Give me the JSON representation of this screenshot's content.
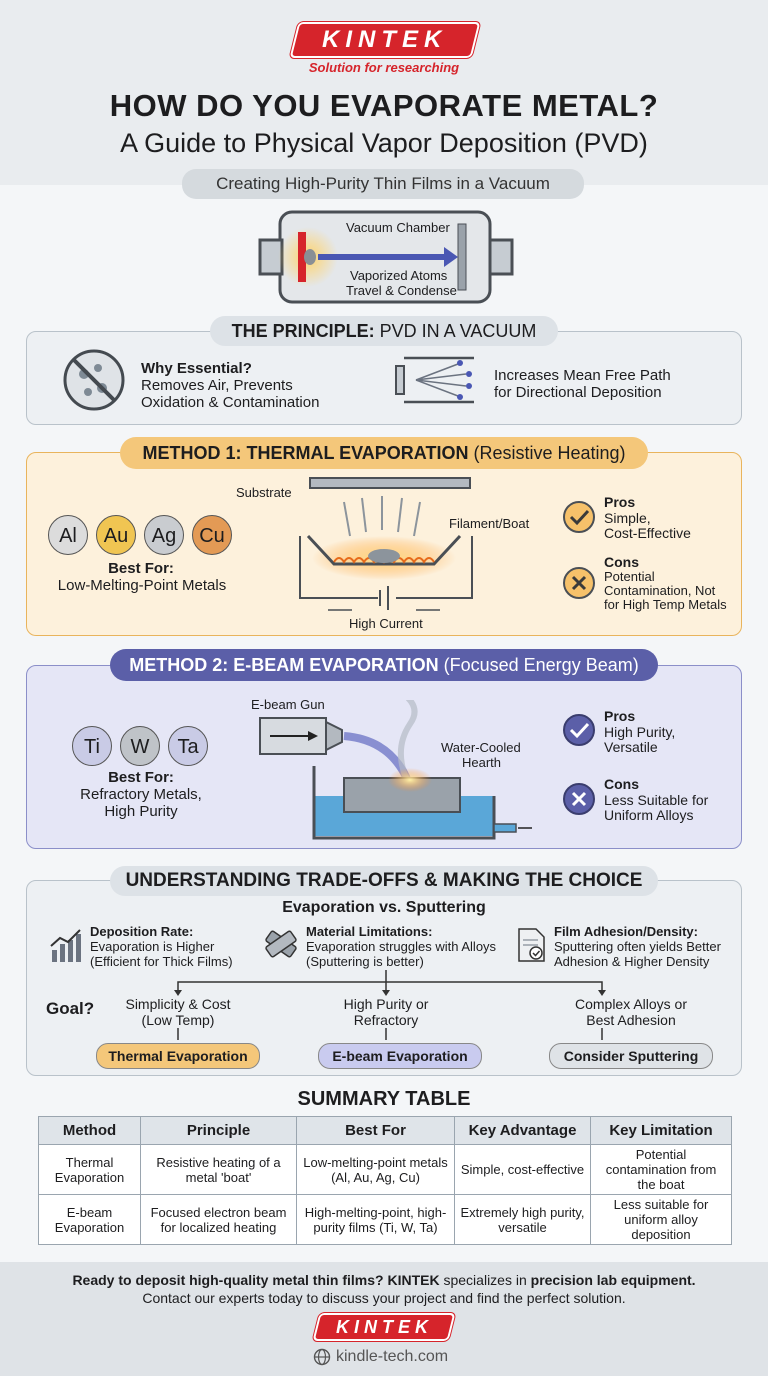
{
  "brand": {
    "name": "KINTEK",
    "tagline": "Solution for researching",
    "website": "kindle-tech.com"
  },
  "header": {
    "title": "HOW DO YOU EVAPORATE METAL?",
    "subtitle": "A Guide to Physical Vapor Deposition (PVD)",
    "pill": "Creating High-Purity Thin Films in a Vacuum"
  },
  "chamber": {
    "label": "Vacuum Chamber",
    "caption_line1": "Vaporized Atoms",
    "caption_line2": "Travel & Condense"
  },
  "principle": {
    "title_bold": "THE PRINCIPLE:",
    "title_rest": "PVD IN A VACUUM",
    "why_title": "Why Essential?",
    "why_line1": "Removes Air, Prevents",
    "why_line2": "Oxidation & Contamination",
    "path_line1": "Increases Mean Free Path",
    "path_line2": "for Directional Deposition"
  },
  "method1": {
    "title_bold": "METHOD 1: THERMAL EVAPORATION",
    "title_rest": "(Resistive Heating)",
    "metals": [
      "Al",
      "Au",
      "Ag",
      "Cu"
    ],
    "metal_colors": [
      "#d9d9d9",
      "#f0c552",
      "#c9ccd0",
      "#e39a55"
    ],
    "best_for_label": "Best For:",
    "best_for_value": "Low-Melting-Point Metals",
    "substrate_label": "Substrate",
    "filament_label": "Filament/Boat",
    "current_label": "High Current",
    "pros_title": "Pros",
    "pros_line1": "Simple,",
    "pros_line2": "Cost-Effective",
    "cons_title": "Cons",
    "cons_line1": "Potential",
    "cons_line2": "Contamination, Not",
    "cons_line3": "for High Temp Metals"
  },
  "method2": {
    "title_bold": "METHOD 2: E-BEAM EVAPORATION",
    "title_rest": "(Focused Energy Beam)",
    "metals": [
      "Ti",
      "W",
      "Ta"
    ],
    "best_for_label": "Best For:",
    "best_for_line1": "Refractory Metals,",
    "best_for_line2": "High Purity",
    "gun_label": "E-beam Gun",
    "hearth_line1": "Water-Cooled",
    "hearth_line2": "Hearth",
    "pros_title": "Pros",
    "pros_line1": "High Purity,",
    "pros_line2": "Versatile",
    "cons_title": "Cons",
    "cons_line1": "Less Suitable for",
    "cons_line2": "Uniform Alloys"
  },
  "tradeoffs": {
    "title": "UNDERSTANDING TRADE-OFFS & MAKING THE CHOICE",
    "subtitle": "Evaporation vs. Sputtering",
    "items": [
      {
        "title": "Deposition Rate:",
        "line1": "Evaporation is Higher",
        "line2": "(Efficient for Thick Films)"
      },
      {
        "title": "Material Limitations:",
        "line1": "Evaporation struggles with Alloys",
        "line2": "(Sputtering is better)"
      },
      {
        "title": "Film Adhesion/Density:",
        "line1": "Sputtering often yields Better",
        "line2": "Adhesion & Higher Density"
      }
    ],
    "goal_label": "Goal?",
    "goals": [
      {
        "line1": "Simplicity & Cost",
        "line2": "(Low Temp)",
        "choice": "Thermal Evaporation"
      },
      {
        "line1": "High Purity or",
        "line2": "Refractory",
        "choice": "E-beam Evaporation"
      },
      {
        "line1": "Complex Alloys or",
        "line2": "Best Adhesion",
        "choice": "Consider Sputtering"
      }
    ]
  },
  "summary": {
    "title": "SUMMARY TABLE",
    "headers": [
      "Method",
      "Principle",
      "Best For",
      "Key Advantage",
      "Key Limitation"
    ],
    "rows": [
      [
        "Thermal Evaporation",
        "Resistive heating of a metal 'boat'",
        "Low-melting-point metals (Al, Au, Ag, Cu)",
        "Simple, cost-effective",
        "Potential contamination from the boat"
      ],
      [
        "E-beam Evaporation",
        "Focused electron beam for localized heating",
        "High-melting-point, high-purity films (Ti, W, Ta)",
        "Extremely high purity, versatile",
        "Less suitable for uniform alloy deposition"
      ]
    ]
  },
  "footer": {
    "line1_a": "Ready to deposit high-quality metal thin films?",
    "line1_b": "KINTEK",
    "line1_c": "specializes in",
    "line1_d": "precision lab equipment.",
    "line2": "Contact our experts today to discuss your project and find the perfect solution."
  },
  "colors": {
    "brand_red": "#d6242b",
    "thermal": "#f4c77a",
    "ebeam": "#c9cbef",
    "sputter": "#dfe3e7"
  }
}
